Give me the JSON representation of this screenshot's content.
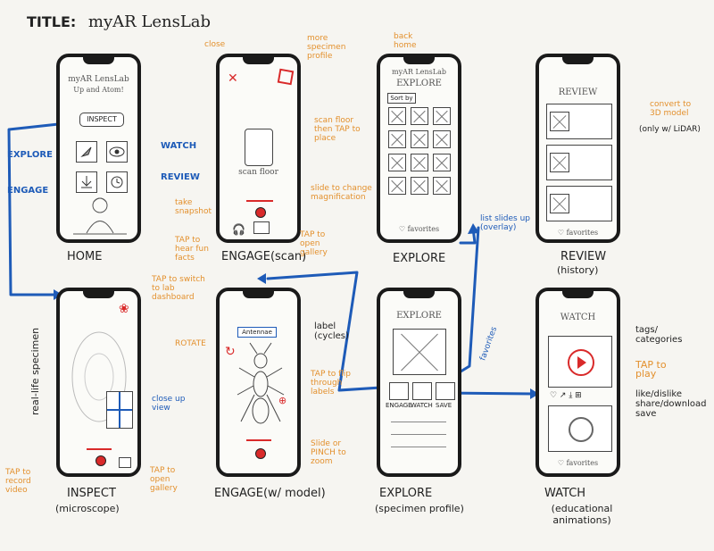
{
  "title": {
    "prefix": "TITLE:",
    "name": "myAR LensLab"
  },
  "screens": {
    "home": {
      "label": "HOME",
      "app_name": "myAR LensLab",
      "tagline": "Up and Atom!",
      "inspect_button": "INSPECT"
    },
    "engage_scan": {
      "label": "ENGAGE(scan)",
      "scan_text": "scan floor"
    },
    "explore": {
      "label": "EXPLORE",
      "app_name": "myAR LensLab",
      "heading": "EXPLORE",
      "sort": "Sort by",
      "favorites": "favorites"
    },
    "review": {
      "label": "REVIEW",
      "sub": "(history)",
      "heading": "REVIEW",
      "favorites": "favorites"
    },
    "inspect": {
      "label": "INSPECT",
      "sub": "(microscope)"
    },
    "engage_model": {
      "label": "ENGAGE(w/ model)",
      "label_tag": "Antennae"
    },
    "explore_profile": {
      "label": "EXPLORE",
      "sub": "(specimen profile)",
      "heading": "EXPLORE",
      "buttons": [
        "ENGAGE",
        "WATCH",
        "SAVE"
      ]
    },
    "watch": {
      "label": "WATCH",
      "sub": "(educational animations)",
      "heading": "WATCH",
      "favorites": "favorites"
    }
  },
  "annotations": {
    "home": {
      "explore": "EXPLORE",
      "watch": "WATCH",
      "engage": "ENGAGE",
      "review": "REVIEW"
    },
    "engage_scan": {
      "close": "close",
      "more": "more specimen profile",
      "scan": "scan floor then TAP to place",
      "snapshot": "take snapshot",
      "slide": "slide to change magnification",
      "fun_facts": "TAP to hear fun facts",
      "gallery": "TAP to open gallery"
    },
    "explore": {
      "back": "back home",
      "list": "list slides up (overlay)"
    },
    "review": {
      "convert": "convert to 3D model",
      "lidar": "(only w/ LiDAR)"
    },
    "inspect": {
      "switch": "TAP to switch to lab dashboard",
      "side": "real-life specimen",
      "close_up": "close up view",
      "record": "TAP to record video",
      "gallery": "TAP to open gallery"
    },
    "engage_model": {
      "rotate": "ROTATE",
      "label": "label (cycles)",
      "flip": "TAP to flip through labels",
      "zoom": "Slide or PINCH to zoom"
    },
    "explore_profile": {
      "favorites": "favorites"
    },
    "watch": {
      "tags": "tags/ categories",
      "play": "TAP to play",
      "actions": "like/dislike share/download save"
    }
  },
  "colors": {
    "orange": "#e3902d",
    "blue": "#1e5bb8",
    "red": "#d92a2a",
    "ink": "#222222"
  }
}
